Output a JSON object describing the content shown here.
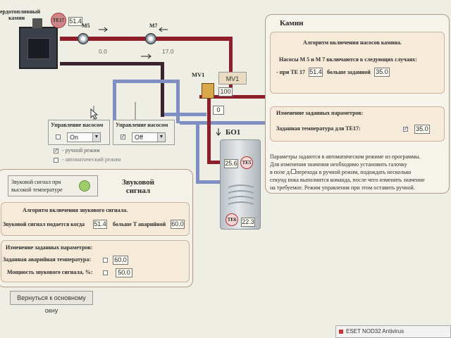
{
  "boiler": {
    "label_line1": "ердотопливный",
    "label_line2": "камин",
    "sensor_label": "TE17",
    "value": "51.4"
  },
  "pumps": {
    "m5": {
      "label": "M5",
      "value": "0.0"
    },
    "m7": {
      "label": "M7",
      "value": "17.0"
    }
  },
  "valve": {
    "label": "MV1",
    "button_label": "MV1",
    "value_top": "100",
    "value_bottom": "0"
  },
  "tank": {
    "label": "БО1",
    "te5_label": "TE5",
    "te5_value": "25.6",
    "te6_label": "TE6",
    "te6_value": "22.3"
  },
  "pump_control": {
    "left": {
      "title": "Управление насосом",
      "selected": "On"
    },
    "right": {
      "title": "Управление насосом",
      "selected": "Off"
    },
    "mode_manual": "- ручной режим",
    "mode_auto": "- автоматический режим"
  },
  "kamin": {
    "title": "Камин",
    "algo_title": "Алгоритм включения насосов камина.",
    "algo_text": "Насосы M 5 и M 7 включаются в следующих случаях:",
    "cond_prefix": "- при TE 17",
    "cond_value": "51.4",
    "cond_middle": "больше заданной",
    "cond_set": "35.0",
    "change_title": "Изменение заданных параметров:",
    "set_label": "Заданная температура для TE17:",
    "set_value": "35.0",
    "note_lines": [
      "Параметры задаются в автоматическом режиме из программы.",
      "Для изменения значения необходимо установить галочку",
      "в поле        для перехода в ручной режим, подождать несколько",
      "секунд пока выполнится команда, после чего изменить значение",
      "на требуемое. Режим управления при этом оставить ручной."
    ]
  },
  "sound": {
    "indicator_label_line1": "Звуковой сигнал при",
    "indicator_label_line2": "высокой температуре",
    "title_line1": "Звуковой",
    "title_line2": "сигнал",
    "algo_title": "Алгоритм включения звукового сигнала.",
    "algo_prefix": "Звуковой сигнал подается когда",
    "algo_value": "51.4",
    "algo_middle": "больше T аварийной",
    "algo_set": "60.0",
    "change_title": "Изменение заданных параметров:",
    "alarm_temp_label": "Заданная аварийная температура:",
    "alarm_temp_value": "60.0",
    "volume_label": "Мощность звукового сигнала, %:",
    "volume_value": "50.0"
  },
  "back_button": "Вернуться к основному окну",
  "taskbar_item": "ESET NOD32 Antivirus",
  "colors": {
    "pipe_red": "#8e1f2a",
    "pipe_blue": "#7f8fc4",
    "pipe_dark": "#3a2430",
    "indicator_green": "#9ccf6a"
  }
}
